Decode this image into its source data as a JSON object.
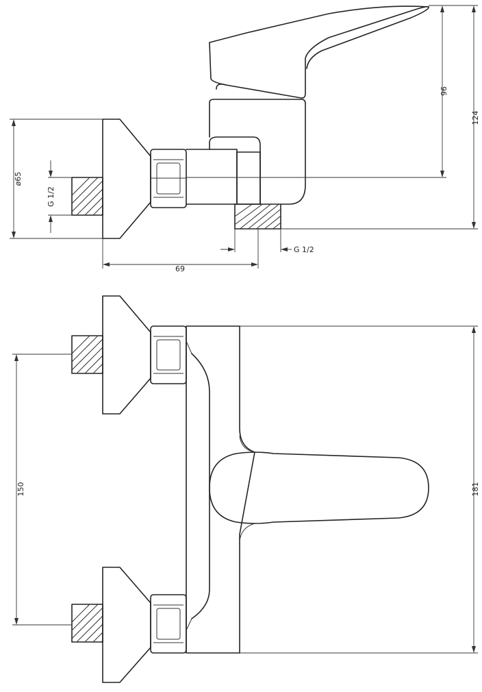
{
  "dimensions": {
    "top_view": {
      "flange_diameter": "ø65",
      "inlet_thread": "G 1/2",
      "outlet_thread": "G 1/2",
      "depth": "69",
      "lever_height": "96",
      "overall_height": "124"
    },
    "front_view": {
      "inlet_spacing": "150",
      "overall_width": "181"
    }
  }
}
